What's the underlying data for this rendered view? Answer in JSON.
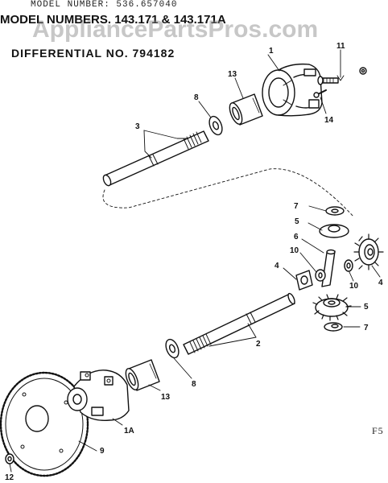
{
  "header": {
    "model_number_line": "MODEL NUMBER:  536.657040",
    "model_numbers": "MODEL NUMBERS. 143.171 & 143.171A",
    "differential": "DIFFERENTIAL NO. 794182"
  },
  "watermark": "AppliancePartsPros.com",
  "figure_ref": "F5",
  "callouts": {
    "c1": "1",
    "c1a": "1A",
    "c2": "2",
    "c3": "3",
    "c4_left": "4",
    "c4_right": "4",
    "c5_top": "5",
    "c5_bottom": "5",
    "c6": "6",
    "c7_top": "7",
    "c7_bottom": "7",
    "c8_top": "8",
    "c8_bottom": "8",
    "c9": "9",
    "c10_left": "10",
    "c10_right": "10",
    "c11": "11",
    "c12": "12",
    "c13_top": "13",
    "c13_bottom": "13",
    "c14": "14"
  }
}
